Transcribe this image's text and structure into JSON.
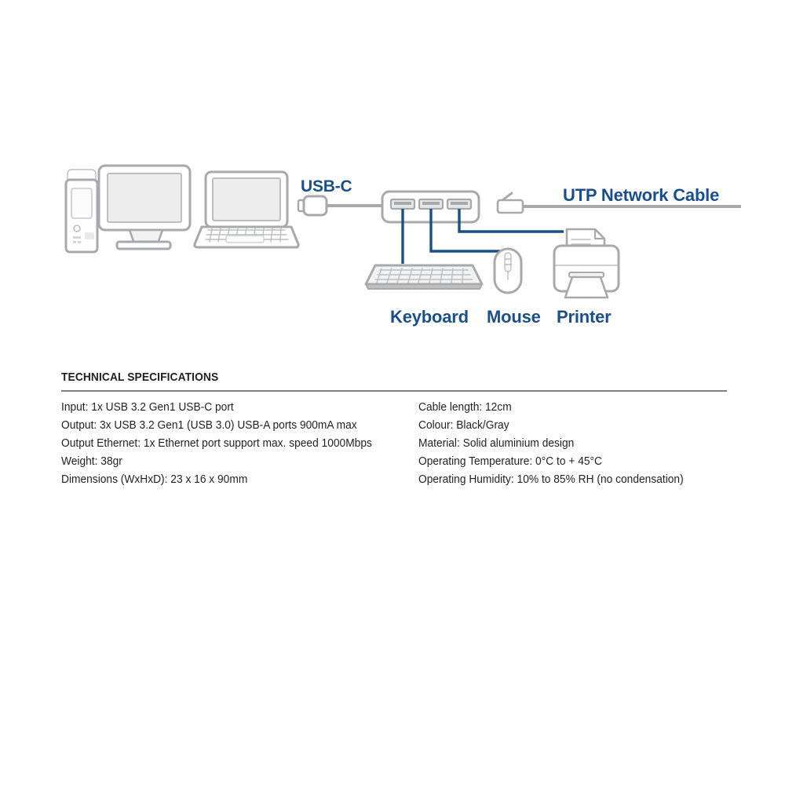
{
  "diagram": {
    "labels": {
      "usb_c": "USB-C",
      "utp_network_cable": "UTP Network Cable",
      "keyboard": "Keyboard",
      "mouse": "Mouse",
      "printer": "Printer"
    },
    "devices": [
      "desktop-tower",
      "monitor",
      "laptop",
      "usb-c-connector",
      "usb-hub",
      "rj45-connector",
      "keyboard",
      "mouse",
      "printer"
    ],
    "hub": {
      "usb_a_port_count": 3
    },
    "colors": {
      "accent_blue": "#1b4f8a",
      "device_gray": "#a7a9ac",
      "screen_gray": "#ededed",
      "rule_gray": "#808285",
      "text_dark": "#231f20",
      "background": "#ffffff"
    }
  },
  "specs": {
    "heading": "TECHNICAL SPECIFICATIONS",
    "left_column": [
      "Input: 1x USB 3.2 Gen1 USB-C port",
      "Output: 3x USB 3.2 Gen1 (USB 3.0) USB-A ports 900mA max",
      "Output Ethernet: 1x Ethernet port support max. speed 1000Mbps",
      "Weight: 38gr",
      "Dimensions (WxHxD): 23 x 16 x 90mm"
    ],
    "right_column": [
      "Cable length: 12cm",
      "Colour: Black/Gray",
      "Material: Solid aluminium design",
      "Operating Temperature: 0°C to + 45°C",
      "Operating Humidity: 10% to 85% RH (no condensation)"
    ]
  }
}
